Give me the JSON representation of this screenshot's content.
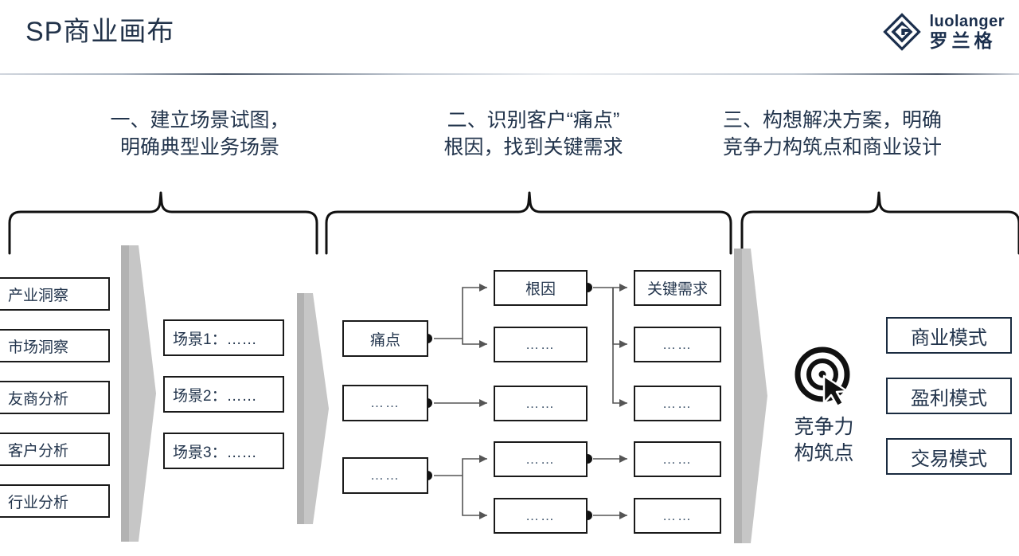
{
  "header": {
    "title": "SP商业画布",
    "logo": {
      "english": "luolanger",
      "chinese": "罗兰格",
      "mark": "diamond-logo-icon"
    }
  },
  "sections": [
    {
      "id": "section-1",
      "heading": "一、建立场景试图，\n明确典型业务场景"
    },
    {
      "id": "section-2",
      "heading": "二、识别客户“痛点”\n根因，找到关键需求"
    },
    {
      "id": "section-3",
      "heading": "三、构想解决方案，明确\n竞争力构筑点和商业设计"
    }
  ],
  "insight_column": {
    "items": [
      {
        "label": "产业洞察"
      },
      {
        "label": "市场洞察"
      },
      {
        "label": "友商分析"
      },
      {
        "label": "客户分析"
      },
      {
        "label": "行业分析"
      }
    ]
  },
  "scene_column": {
    "items": [
      {
        "label": "场景1：……"
      },
      {
        "label": "场景2：……"
      },
      {
        "label": "场景3：……"
      }
    ]
  },
  "pain_column": {
    "items": [
      {
        "label": "痛点"
      },
      {
        "label": "……"
      },
      {
        "label": "……"
      }
    ]
  },
  "root_cause_column": {
    "items": [
      {
        "label": "根因"
      },
      {
        "label": "……"
      },
      {
        "label": "……"
      },
      {
        "label": "……"
      },
      {
        "label": "……"
      }
    ]
  },
  "key_need_column": {
    "items": [
      {
        "label": "关键需求"
      },
      {
        "label": "……"
      },
      {
        "label": "……"
      },
      {
        "label": "……"
      },
      {
        "label": "……"
      }
    ]
  },
  "competitiveness": {
    "icon": "target-cursor-icon",
    "label": "竞争力\n构筑点"
  },
  "model_column": {
    "items": [
      {
        "label": "商业模式"
      },
      {
        "label": "盈利模式"
      },
      {
        "label": "交易模式"
      }
    ]
  },
  "colors": {
    "title_text": "#22334a",
    "logo_navy": "#1b2f4d",
    "box_border": "#1a1a1a",
    "chevron_gray": "#bfbfbf",
    "background": "#ffffff"
  }
}
